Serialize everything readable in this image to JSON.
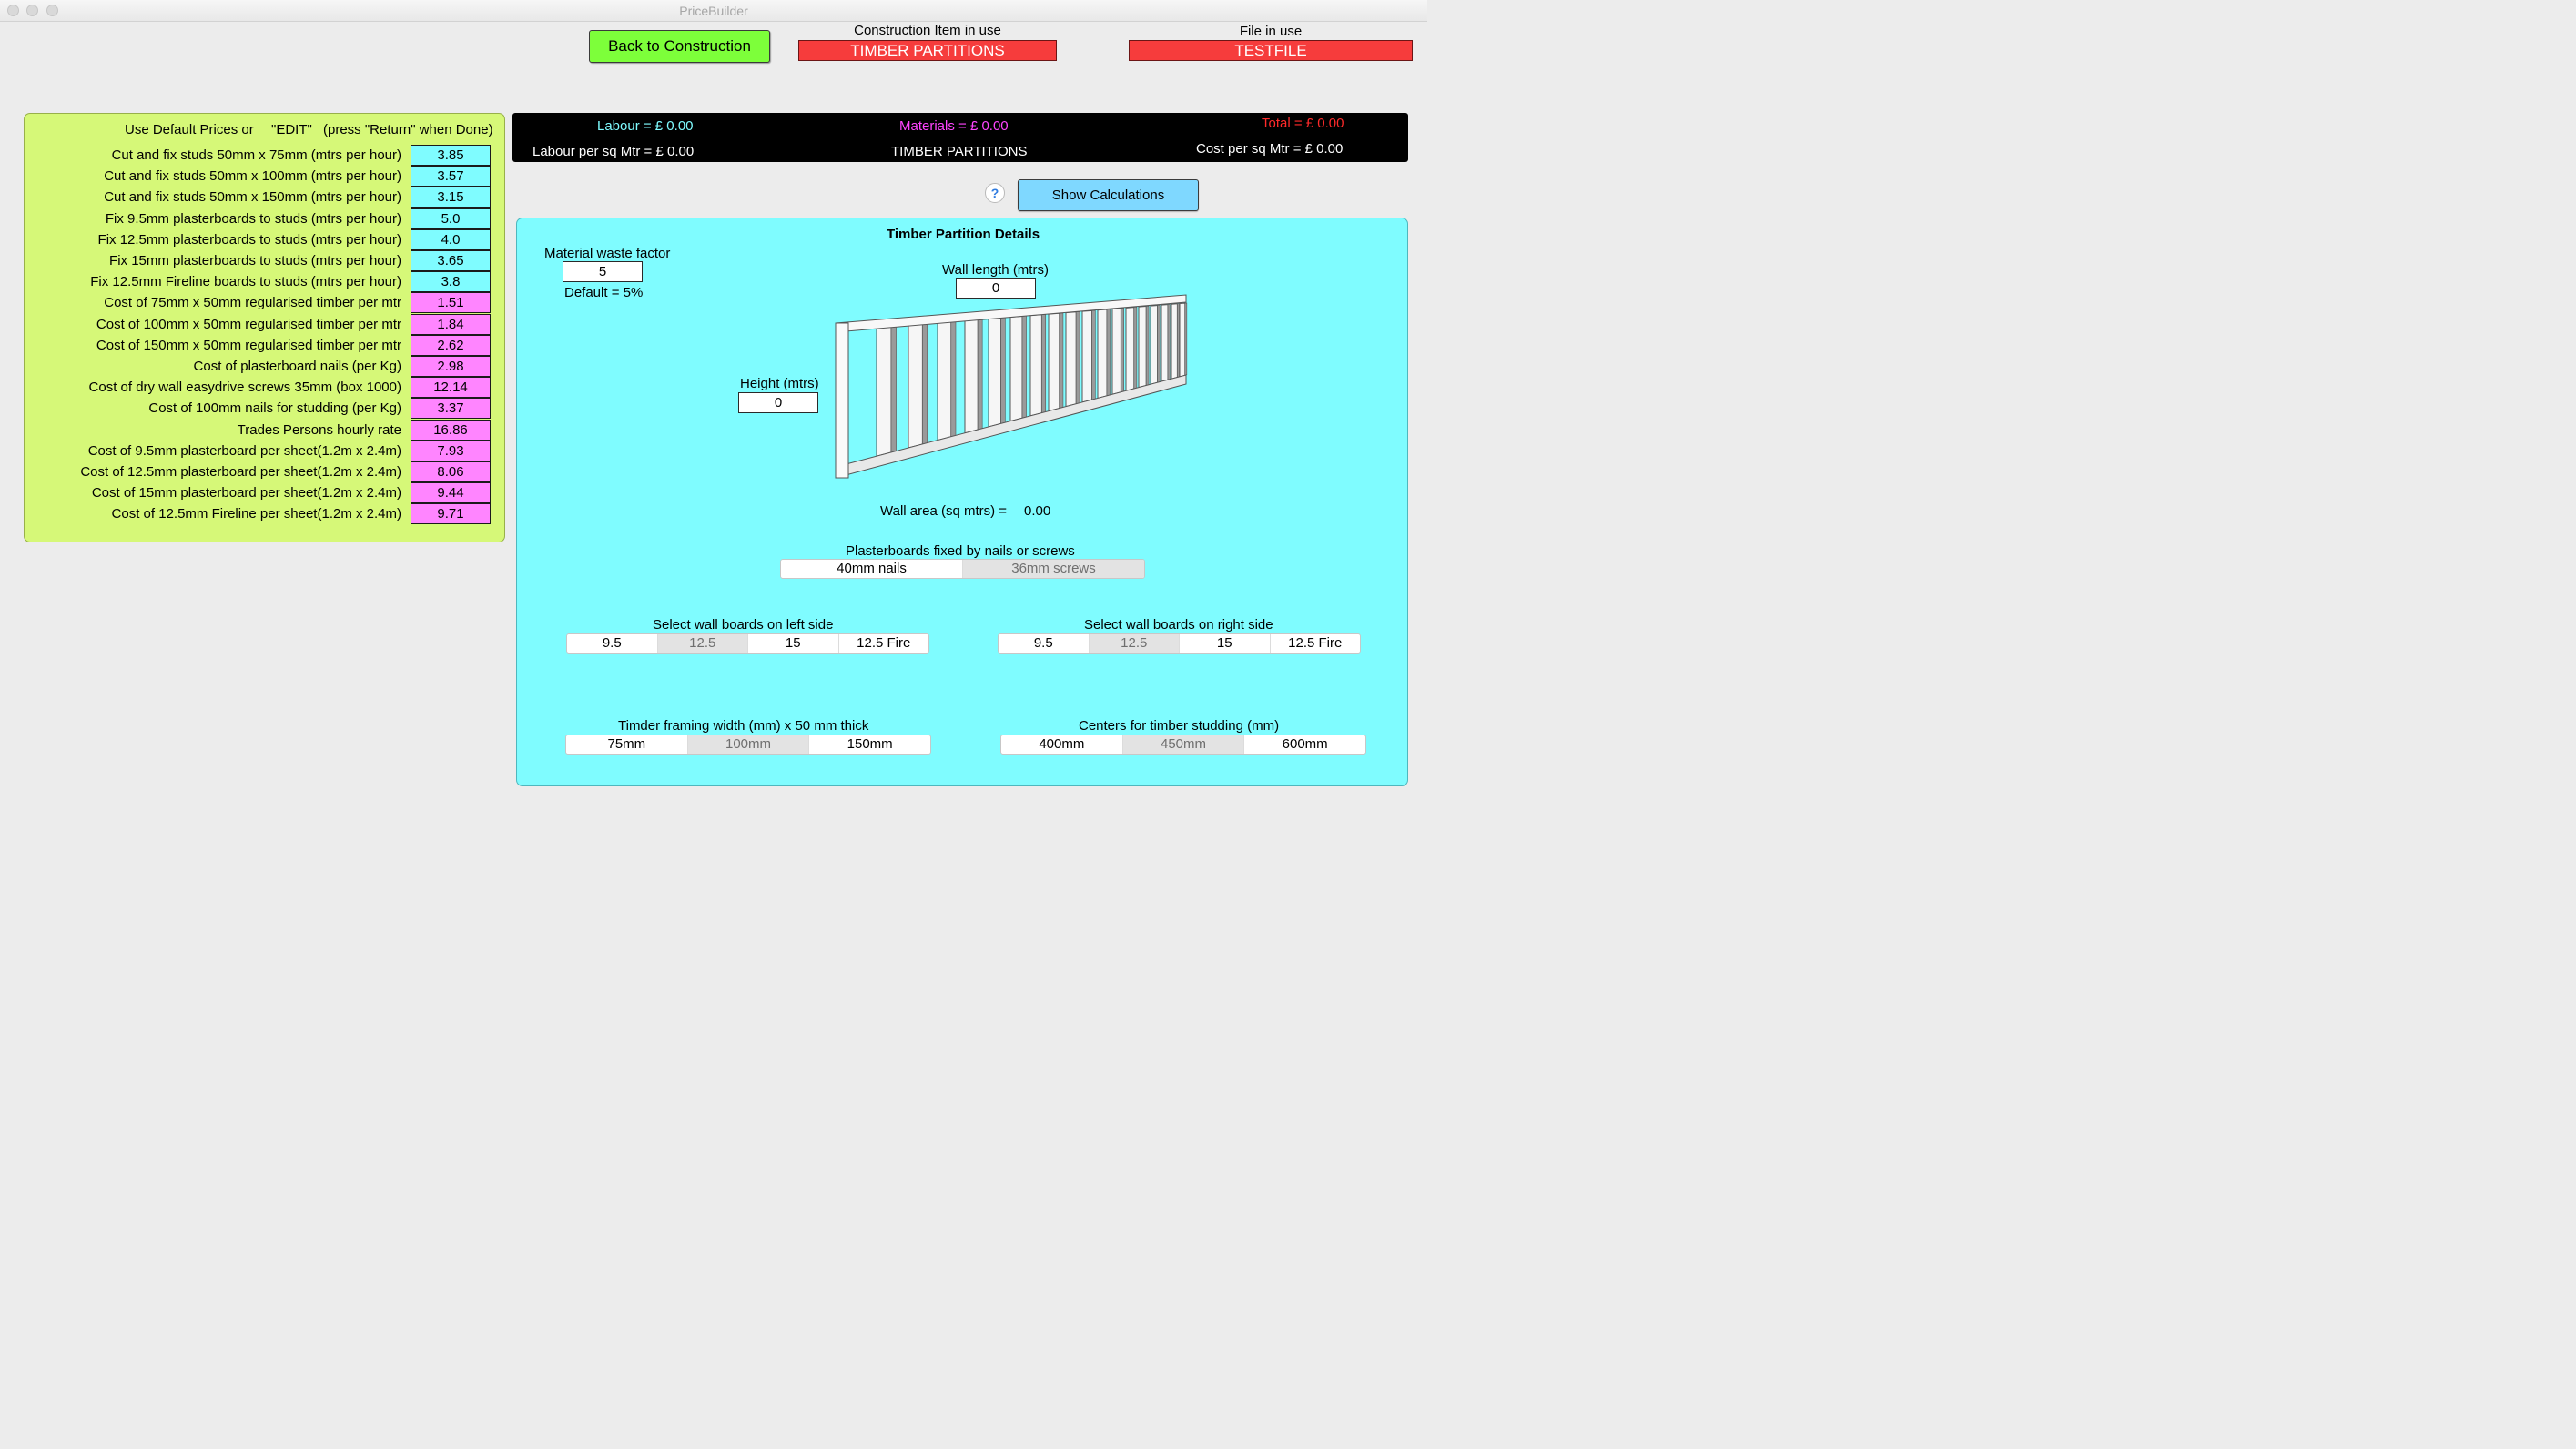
{
  "window": {
    "title": "PriceBuilder"
  },
  "top": {
    "back_button": "Back to Construction",
    "construction_label": "Construction Item in use",
    "construction_value": "TIMBER PARTITIONS",
    "file_label": "File in use",
    "file_value": "TESTFILE"
  },
  "left_panel": {
    "header_a": "Use Default Prices or",
    "header_b": "\"EDIT\"",
    "header_c": "(press \"Return\" when Done)",
    "rows": [
      {
        "label": "Cut and fix studs 50mm x 75mm  (mtrs per hour)",
        "value": "3.85",
        "color": "#7ffcff"
      },
      {
        "label": "Cut and fix studs 50mm x 100mm (mtrs per hour)",
        "value": "3.57",
        "color": "#7ffcff"
      },
      {
        "label": "Cut and fix studs 50mm x 150mm (mtrs per hour)",
        "value": "3.15",
        "color": "#7ffcff"
      },
      {
        "label": "Fix 9.5mm plasterboards to studs (mtrs per hour)",
        "value": "5.0",
        "color": "#7ffcff"
      },
      {
        "label": "Fix 12.5mm plasterboards to studs (mtrs per hour)",
        "value": "4.0",
        "color": "#7ffcff"
      },
      {
        "label": "Fix 15mm plasterboards to studs (mtrs per hour)",
        "value": "3.65",
        "color": "#7ffcff"
      },
      {
        "label": "Fix 12.5mm Fireline boards to studs (mtrs per hour)",
        "value": "3.8",
        "color": "#7ffcff"
      },
      {
        "label": "Cost of 75mm x 50mm regularised timber per mtr",
        "value": "1.51",
        "color": "#ff85ff"
      },
      {
        "label": "Cost of 100mm x 50mm regularised timber per mtr",
        "value": "1.84",
        "color": "#ff85ff"
      },
      {
        "label": "Cost of 150mm x 50mm regularised timber per mtr",
        "value": "2.62",
        "color": "#ff85ff"
      },
      {
        "label": "Cost of plasterboard nails (per Kg)",
        "value": "2.98",
        "color": "#ff85ff"
      },
      {
        "label": "Cost of dry wall easydrive screws 35mm (box 1000)",
        "value": "12.14",
        "color": "#ff85ff"
      },
      {
        "label": "Cost of 100mm nails for studding (per Kg)",
        "value": "3.37",
        "color": "#ff85ff"
      },
      {
        "label": "Trades Persons hourly rate",
        "value": "16.86",
        "color": "#ff85ff"
      },
      {
        "label": "Cost of 9.5mm plasterboard per sheet(1.2m x 2.4m)",
        "value": "7.93",
        "color": "#ff85ff"
      },
      {
        "label": "Cost of 12.5mm plasterboard per sheet(1.2m x 2.4m)",
        "value": "8.06",
        "color": "#ff85ff"
      },
      {
        "label": "Cost of 15mm plasterboard per sheet(1.2m x 2.4m)",
        "value": "9.44",
        "color": "#ff85ff"
      },
      {
        "label": "Cost of 12.5mm Fireline per sheet(1.2m x 2.4m)",
        "value": "9.71",
        "color": "#ff85ff"
      }
    ]
  },
  "summary": {
    "labour": "Labour = £  0.00",
    "materials": "Materials = £ 0.00",
    "total": "Total = £  0.00",
    "labour_sqm": "Labour per sq Mtr = £  0.00",
    "item": "TIMBER PARTITIONS",
    "cost_sqm": "Cost per sq Mtr = £  0.00",
    "colors": {
      "labour": "#7ffcff",
      "materials": "#ff45ff",
      "total": "#ff2a2a"
    }
  },
  "help_icon": "?",
  "show_calc_button": "Show Calculations",
  "details": {
    "title": "Timber Partition Details",
    "waste_label": "Material waste factor",
    "waste_value": "5",
    "waste_default": "Default = 5%",
    "length_label": "Wall length (mtrs)",
    "length_value": "0",
    "height_label": "Height (mtrs)",
    "height_value": "0",
    "area_label": "Wall area (sq mtrs) =",
    "area_value": "0.00",
    "fix_label": "Plasterboards fixed by nails or screws",
    "fix_options": [
      "40mm nails",
      "36mm screws"
    ],
    "fix_selected": "40mm nails",
    "left_label": "Select wall boards on left side",
    "left_options": [
      "9.5",
      "12.5",
      "15",
      "12.5 Fire"
    ],
    "right_label": "Select wall boards on right side",
    "right_options": [
      "9.5",
      "12.5",
      "15",
      "12.5 Fire"
    ],
    "framing_label": "Timder framing width (mm) x 50 mm thick",
    "framing_options": [
      "75mm",
      "100mm",
      "150mm"
    ],
    "centers_label": "Centers for timber studding (mm)",
    "centers_options": [
      "400mm",
      "450mm",
      "600mm"
    ]
  }
}
